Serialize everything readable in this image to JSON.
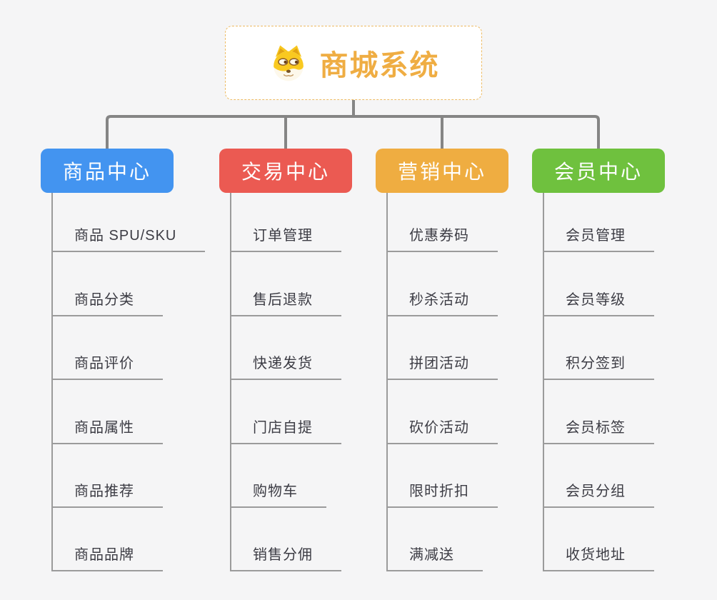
{
  "root": {
    "title": "商城系统",
    "icon": "dog-icon"
  },
  "colors": {
    "background": "#f5f5f6",
    "root_title": "#EFAD43",
    "root_border": "#EDBB63",
    "connector": "#858585",
    "child_line": "#9B9B9B",
    "child_text": "#3C3C44"
  },
  "branches": [
    {
      "label": "商品中心",
      "color": "#4394F0",
      "children": [
        "商品 SPU/SKU",
        "商品分类",
        "商品评价",
        "商品属性",
        "商品推荐",
        "商品品牌"
      ]
    },
    {
      "label": "交易中心",
      "color": "#EB5A52",
      "children": [
        "订单管理",
        "售后退款",
        "快递发货",
        "门店自提",
        "购物车",
        "销售分佣"
      ]
    },
    {
      "label": "营销中心",
      "color": "#EFAD41",
      "children": [
        "优惠券码",
        "秒杀活动",
        "拼团活动",
        "砍价活动",
        "限时折扣",
        "满减送"
      ]
    },
    {
      "label": "会员中心",
      "color": "#6FC13E",
      "children": [
        "会员管理",
        "会员等级",
        "积分签到",
        "会员标签",
        "会员分组",
        "收货地址"
      ]
    }
  ]
}
